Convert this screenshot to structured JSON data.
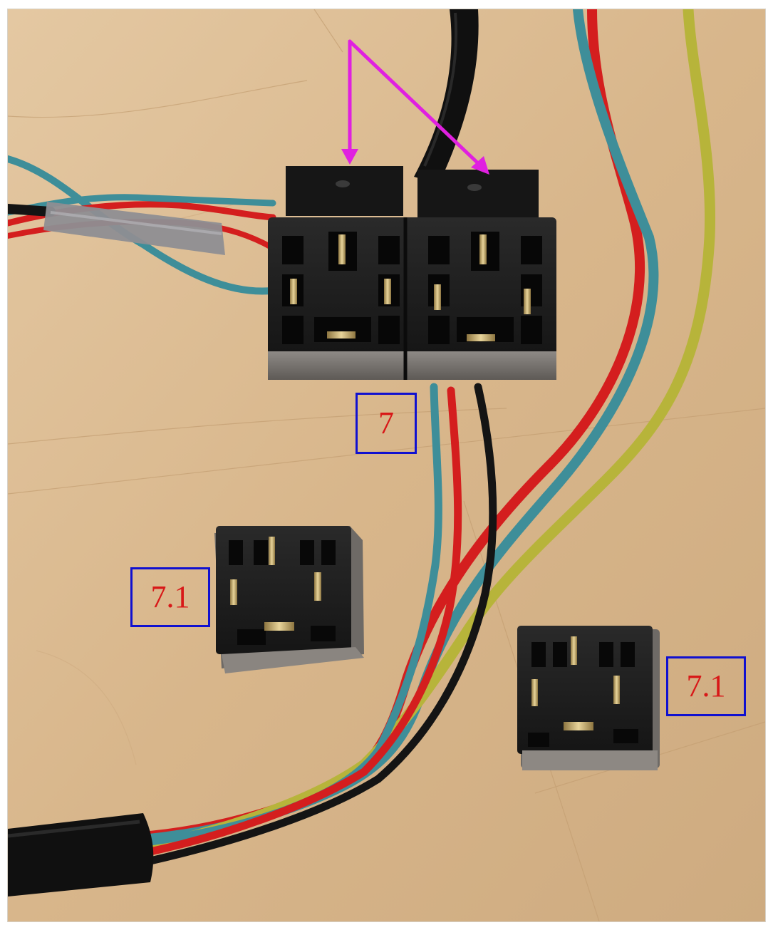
{
  "labels": {
    "socket": "7",
    "relay_left": "7.1",
    "relay_right": "7.1"
  },
  "colors": {
    "floor": "#d9b88f",
    "floor_grain": "#c9a57a",
    "callout_border": "#1010d0",
    "callout_text": "#d81818",
    "arrow": "#e020e0",
    "wire_teal": "#3e8e99",
    "wire_red": "#d41e1e",
    "wire_yellow": "#b7b43a",
    "wire_black": "#141414",
    "plastic": "#1f1f1f",
    "terminal": "#c8b070"
  }
}
